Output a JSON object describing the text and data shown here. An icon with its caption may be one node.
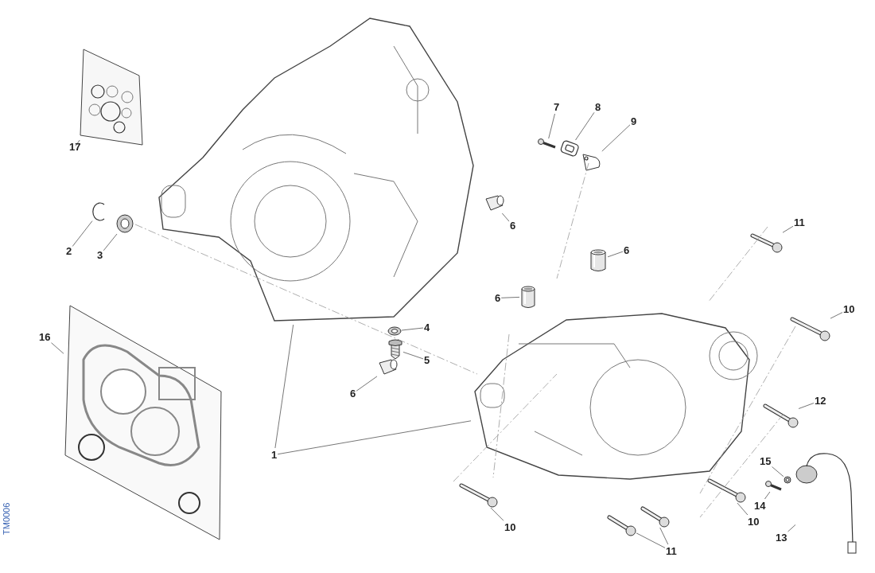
{
  "diagram": {
    "nodes": [
      {
        "text": [
          "17"
        ]
      },
      {
        "text": [],
        "shape": "picture"
      },
      {
        "text": [
          "2"
        ]
      },
      {
        "text": [],
        "shape": "picture"
      },
      {
        "text": [
          "3"
        ]
      },
      {
        "text": [],
        "shape": "picture"
      },
      {
        "text": [
          "7"
        ]
      },
      {
        "text": [],
        "shape": "picture"
      },
      {
        "text": [
          "8"
        ]
      },
      {
        "text": [],
        "shape": "picture"
      },
      {
        "text": [
          "9"
        ]
      },
      {
        "text": [],
        "shape": "picture"
      },
      {
        "text": [
          "6"
        ]
      },
      {
        "text": [],
        "shape": "picture"
      },
      {
        "text": [
          "11"
        ]
      },
      {
        "text": [],
        "shape": "picture"
      },
      {
        "text": [
          "6"
        ]
      },
      {
        "text": [],
        "shape": "picture"
      },
      {
        "text": [
          "6"
        ]
      },
      {
        "text": [],
        "shape": "picture"
      },
      {
        "text": [
          "10"
        ]
      },
      {
        "text": [],
        "shape": "picture"
      },
      {
        "text": [
          "4"
        ]
      },
      {
        "text": [],
        "shape": "picture"
      },
      {
        "text": [
          "5"
        ]
      },
      {
        "text": [],
        "shape": "picture"
      },
      {
        "text": [
          "16"
        ]
      },
      {
        "text": [],
        "shape": "picture"
      },
      {
        "text": [
          "6"
        ]
      },
      {
        "text": [],
        "shape": "picture"
      },
      {
        "text": [
          "12"
        ]
      },
      {
        "text": [],
        "shape": "picture"
      },
      {
        "text": [
          "1"
        ]
      },
      {
        "text": [],
        "shape": "picture"
      },
      {
        "text": [],
        "shape": "picture"
      },
      {
        "text": [
          "15"
        ]
      },
      {
        "text": [],
        "shape": "picture"
      },
      {
        "text": [
          "14"
        ]
      },
      {
        "text": [],
        "shape": "picture"
      },
      {
        "text": [
          "13"
        ]
      },
      {
        "text": [],
        "shape": "picture"
      },
      {
        "text": [
          "10"
        ]
      },
      {
        "text": [],
        "shape": "picture"
      },
      {
        "text": [
          "10"
        ]
      },
      {
        "text": [],
        "shape": "picture"
      },
      {
        "text": [
          "11"
        ]
      },
      {
        "text": [],
        "shape": "picture"
      },
      {
        "text": [],
        "shape": "picture"
      }
    ],
    "edges": [
      {
        "from": 0,
        "to": 1,
        "arrow": "none"
      },
      {
        "from": 2,
        "to": 3,
        "arrow": "none"
      },
      {
        "from": 4,
        "to": 5,
        "arrow": "none"
      },
      {
        "from": 6,
        "to": 7,
        "arrow": "none"
      },
      {
        "from": 8,
        "to": 9,
        "arrow": "none"
      },
      {
        "from": 10,
        "to": 11,
        "arrow": "none"
      },
      {
        "from": 12,
        "to": 13,
        "arrow": "none"
      },
      {
        "from": 14,
        "to": 15,
        "arrow": "none"
      },
      {
        "from": 16,
        "to": 17,
        "arrow": "none"
      },
      {
        "from": 18,
        "to": 19,
        "arrow": "none"
      },
      {
        "from": 20,
        "to": 21,
        "arrow": "none"
      },
      {
        "from": 22,
        "to": 23,
        "arrow": "none"
      },
      {
        "from": 24,
        "to": 25,
        "arrow": "none"
      },
      {
        "from": 26,
        "to": 27,
        "arrow": "none"
      },
      {
        "from": 28,
        "to": 29,
        "arrow": "none"
      },
      {
        "from": 30,
        "to": 31,
        "arrow": "none"
      },
      {
        "from": 32,
        "to": 33,
        "arrow": "none"
      },
      {
        "from": 32,
        "to": 34,
        "arrow": "none"
      },
      {
        "from": 35,
        "to": 36,
        "arrow": "none"
      },
      {
        "from": 37,
        "to": 38,
        "arrow": "none"
      },
      {
        "from": 39,
        "to": 40,
        "arrow": "none"
      },
      {
        "from": 41,
        "to": 42,
        "arrow": "none"
      },
      {
        "from": 43,
        "to": 44,
        "arrow": "none"
      },
      {
        "from": 45,
        "to": 46,
        "arrow": "none"
      },
      {
        "from": 45,
        "to": 47,
        "arrow": "none"
      }
    ],
    "labels": [
      "TM0006"
    ]
  }
}
